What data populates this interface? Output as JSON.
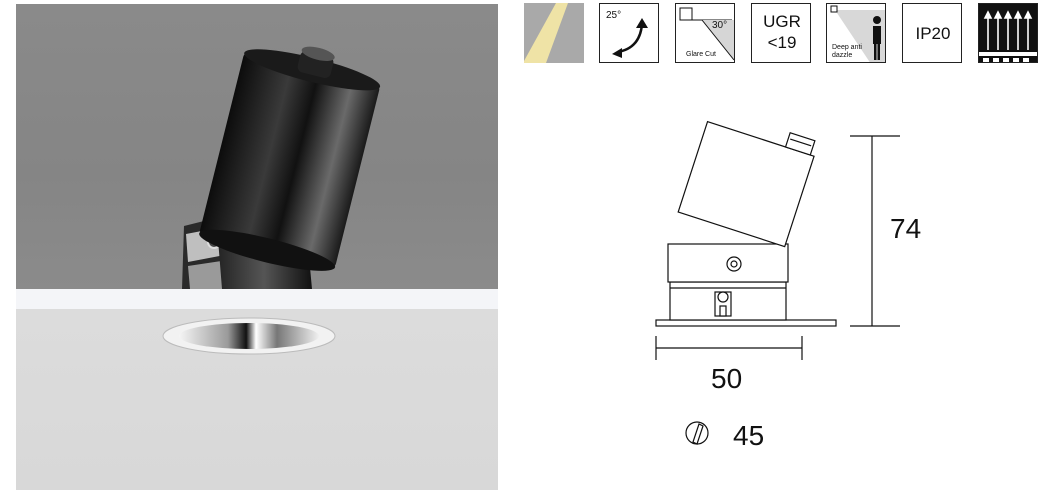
{
  "icons": {
    "beam_angle": "25°",
    "glare_cut_angle": "30°",
    "glare_cut_label": "Glare Cut",
    "ugr_line1": "UGR",
    "ugr_line2": "<19",
    "deep_anti_dazzle_line1": "Deep anti",
    "deep_anti_dazzle_line2": "dazzle",
    "ip_rating": "IP20"
  },
  "dimensions": {
    "height": "74",
    "width": "50",
    "cutout": "45"
  },
  "colors": {
    "beam_yellow": "#efe3a6",
    "photo_gray": "#888888",
    "ceiling_gray": "#d9d9d9"
  }
}
